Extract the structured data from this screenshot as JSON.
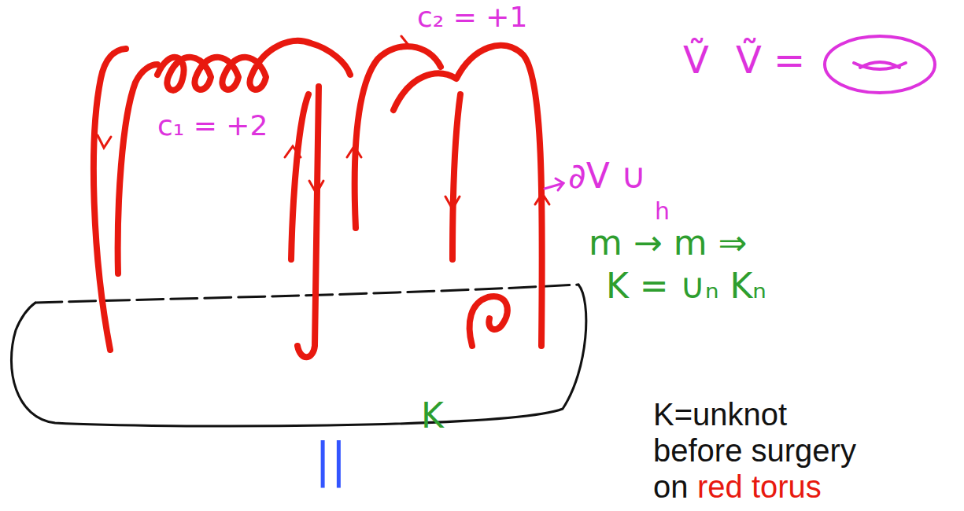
{
  "diagram": {
    "labels": [
      "c₂ = +1",
      "c₁ = +2",
      "∂V ∪",
      "h",
      "Ṽ",
      "Ṽ =",
      "m → m ⇒",
      "K = ∪ₙ Kₙ",
      "K",
      "||",
      "K=unknot",
      "before surgery",
      "on",
      "red torus"
    ]
  }
}
